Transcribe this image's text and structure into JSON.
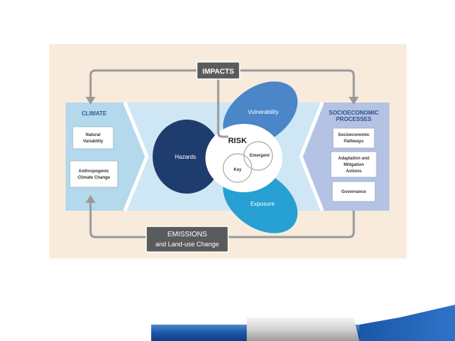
{
  "diagram": {
    "impacts_label": "IMPACTS",
    "emissions": {
      "line1": "EMISSIONS",
      "line2": "and Land-use Change"
    },
    "climate": {
      "title": "CLIMATE",
      "boxes": [
        {
          "line1": "Natural",
          "line2": "Variability"
        },
        {
          "line1": "Anthropogenic",
          "line2": "Climate Change"
        }
      ]
    },
    "socio": {
      "title_line1": "SOCIOECONOMIC",
      "title_line2": "PROCESSES",
      "boxes": [
        {
          "line1": "Socioeconomic",
          "line2": "Pathways",
          "line3": ""
        },
        {
          "line1": "Adaptation and",
          "line2": "Mitigation",
          "line3": "Actions"
        },
        {
          "line1": "Governance",
          "line2": "",
          "line3": ""
        }
      ]
    },
    "center": {
      "hazards": "Hazards",
      "vulnerability": "Vulnerability",
      "exposure": "Exposure",
      "risk": "RISK",
      "emergent": "Emergent",
      "key": "Key"
    }
  },
  "colors": {
    "frame_bg": "#f8ebdc",
    "panel_blue": "#b4d8ec",
    "panel_lavender": "#b4c3e3",
    "hazards": "#1f3c6e",
    "vulnerability": "#4a86c8",
    "exposure": "#27a0d4",
    "tab_gray": "#5a5b5d",
    "connector": "#9a9a9a",
    "footer_blue": "#1a57a8"
  }
}
